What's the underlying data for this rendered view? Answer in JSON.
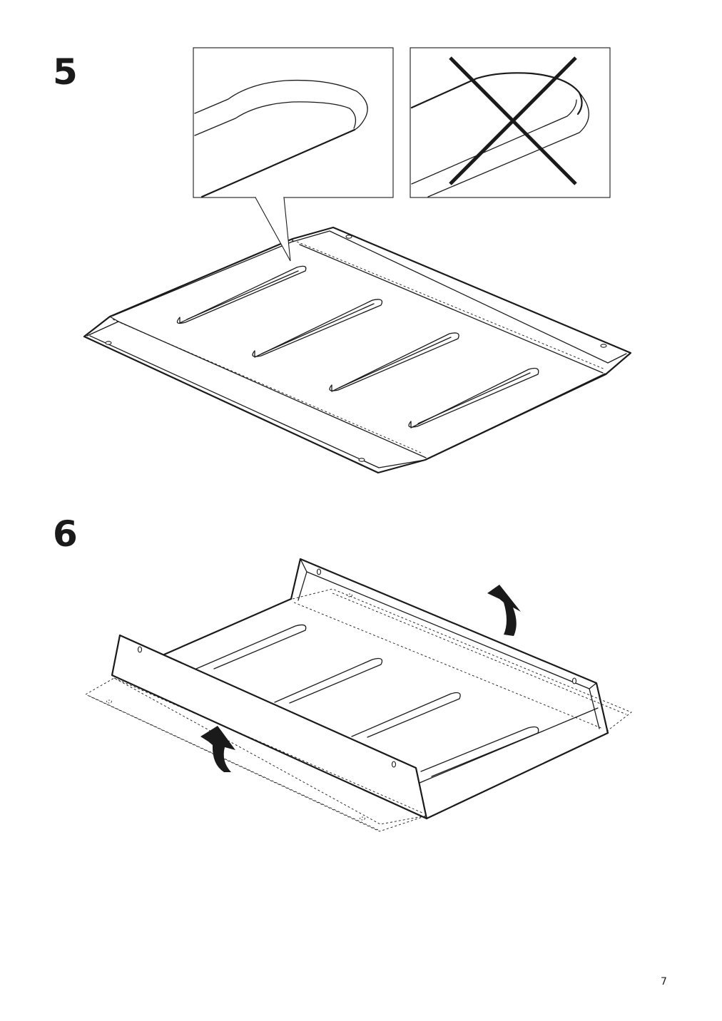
{
  "steps": [
    {
      "number": "5"
    },
    {
      "number": "6"
    }
  ],
  "page": {
    "number": "7"
  },
  "icons": {
    "incorrect_mark": "x-cross-icon",
    "fold_arrow": "curved-up-arrow-icon"
  },
  "colors": {
    "ink": "#1a1a1a",
    "paper": "#ffffff"
  }
}
